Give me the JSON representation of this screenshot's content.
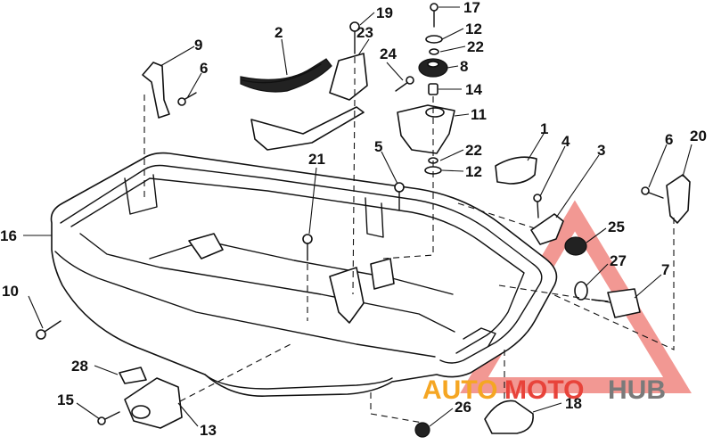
{
  "watermark": {
    "part1": "AUTO",
    "part2": "MOTO",
    "part3": "HUB",
    "color_orange": "#f5a623",
    "color_red": "#e8433a",
    "color_gray": "#7a7a7a"
  },
  "callouts": {
    "n1": "1",
    "n2": "2",
    "n3": "3",
    "n4": "4",
    "n5": "5",
    "n6a": "6",
    "n6b": "6",
    "n7": "7",
    "n8": "8",
    "n9": "9",
    "n10": "10",
    "n11": "11",
    "n12a": "12",
    "n12b": "12",
    "n13": "13",
    "n14": "14",
    "n15": "15",
    "n16": "16",
    "n17": "17",
    "n18": "18",
    "n19": "19",
    "n20": "20",
    "n21": "21",
    "n22a": "22",
    "n22b": "22",
    "n23": "23",
    "n24": "24",
    "n25": "25",
    "n26": "26",
    "n27": "27",
    "n28": "28"
  }
}
